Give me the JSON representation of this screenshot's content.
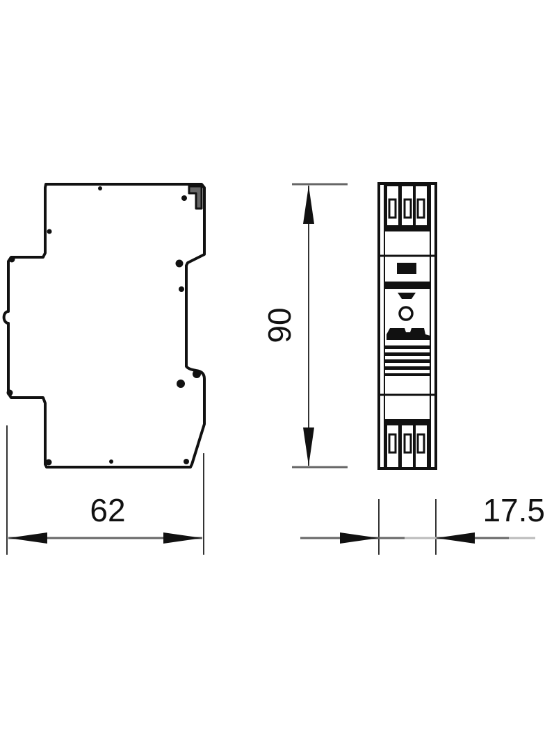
{
  "drawing": {
    "type": "technical-dimension-drawing",
    "views": [
      {
        "id": "side-view",
        "label": "side view of DIN-rail device"
      },
      {
        "id": "front-view",
        "label": "front view of DIN-rail device"
      }
    ],
    "dimensions": {
      "width": {
        "value": "62",
        "orientation": "horizontal",
        "applies_to": "side-view"
      },
      "height": {
        "value": "90",
        "orientation": "vertical",
        "applies_to": "front-view"
      },
      "module_width": {
        "value": "17.5",
        "orientation": "horizontal",
        "applies_to": "front-view"
      }
    },
    "front_view": {
      "top_terminals": 3,
      "bottom_terminals": 3,
      "label_text_legible": false,
      "indicator": "circle"
    },
    "colors": {
      "line": "#111111",
      "dimension_line": "#555555",
      "background": "#ffffff"
    }
  }
}
